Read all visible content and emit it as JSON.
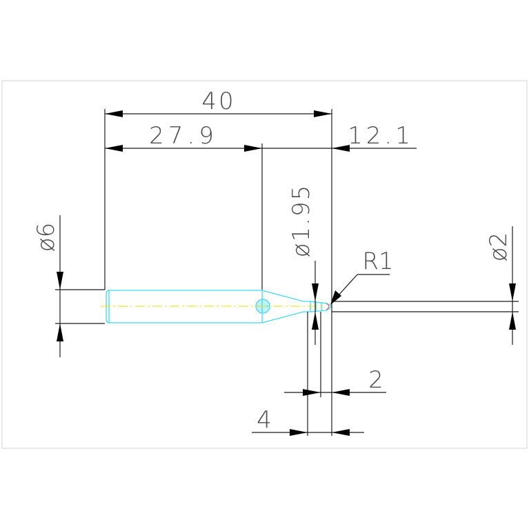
{
  "drawing": {
    "dimensions": {
      "overall_length": "40",
      "shank_length": "27.9",
      "neck_length": "12.1",
      "shank_diameter": "ø6",
      "neck_diameter": "ø1.95",
      "tip_diameter": "ø2",
      "tip_radius": "R1",
      "length_2": "2",
      "length_4": "4"
    },
    "colors": {
      "part_outline": "#44d7ee",
      "centerline": "#e8e000",
      "dimension_lines": "#1a1a1a",
      "dimension_text": "#4a4a4a",
      "tip_detail": "#e0606a",
      "frame": "#cfcfcf"
    }
  }
}
